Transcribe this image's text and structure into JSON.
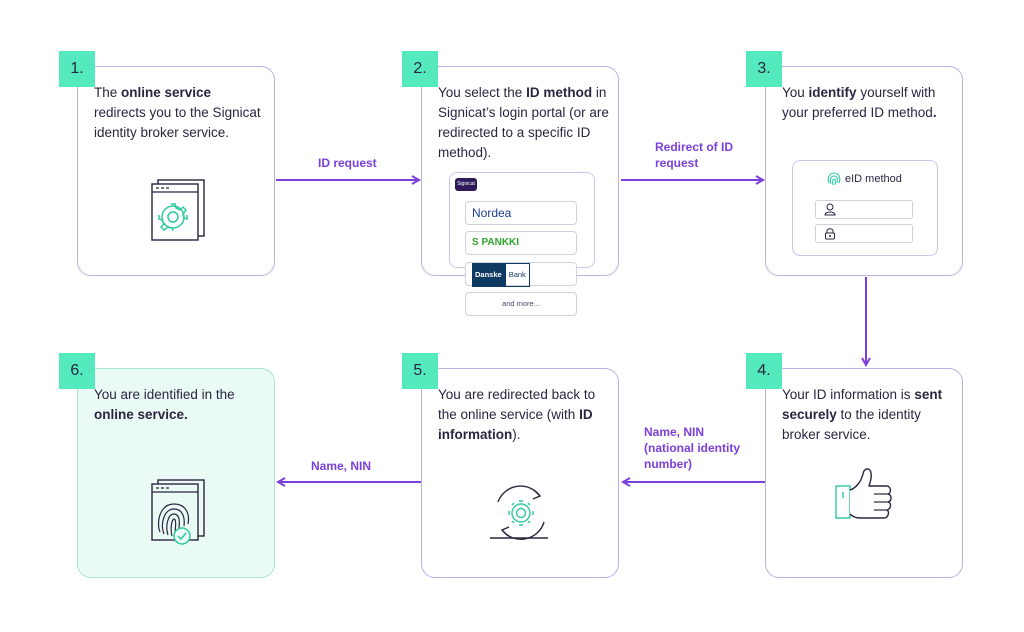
{
  "steps": [
    {
      "number": "1.",
      "pre": "The ",
      "bold": "online service",
      "post": " redirects you to the Signicat identity broker service."
    },
    {
      "number": "2.",
      "pre": "You select the ",
      "bold": "ID method",
      "post": " in Signicat’s login portal (or are redirected to a specific ID method)."
    },
    {
      "number": "3.",
      "pre": "You ",
      "bold": "identify",
      "post": " yourself with your preferred ID method",
      "bold2": "."
    },
    {
      "number": "4.",
      "pre": "Your ID information is ",
      "bold": "sent securely",
      "post": " to the identity broker service."
    },
    {
      "number": "5.",
      "pre": "You are redirected back to the online service (with ",
      "bold": "ID information",
      "post": ")."
    },
    {
      "number": "6.",
      "pre": "You are identified in the ",
      "bold": "online service.",
      "post": ""
    }
  ],
  "arrows": {
    "a12": "ID request",
    "a23_line1": "Redirect of ID",
    "a23_line2": "request",
    "a45_line1": "Name, NIN",
    "a45_line2": "(national identity",
    "a45_line3": "number)",
    "a56": "Name, NIN"
  },
  "portal": {
    "logo": "Signicat",
    "banks": [
      "Nordea",
      "S PANKKI",
      "Danske",
      "Bank",
      "and more..."
    ]
  },
  "eid": {
    "title": "eID method"
  },
  "icons": [
    "browser-gear-icon",
    "signicat-logo-icon",
    "fingerprint-icon",
    "user-icon",
    "lock-icon",
    "thumbs-up-icon",
    "sync-gear-icon",
    "browser-fingerprint-check-icon"
  ],
  "colors": {
    "badge": "#54eabd",
    "border": "#b9b4e3",
    "arrow": "#7b3fdb",
    "final_bg": "#eafaf4"
  }
}
